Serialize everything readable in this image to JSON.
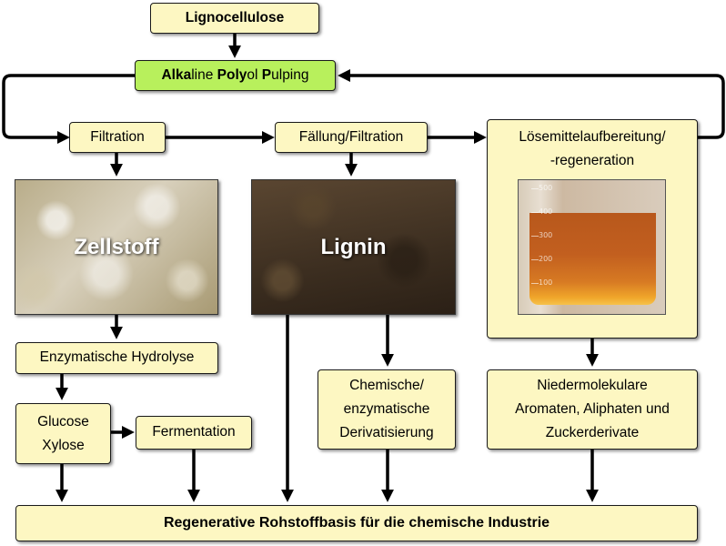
{
  "nodes": {
    "lignocellulose": "Lignocellulose",
    "pulping": {
      "alka": "Alka",
      "line": "line ",
      "poly": "Poly",
      "ol": "ol ",
      "p": "P",
      "ulping": "ulping"
    },
    "filtration": "Filtration",
    "faellung": "Fällung/Filtration",
    "loesemittel_1": "Lösemittelaufbereitung/",
    "loesemittel_2": "-regeneration",
    "zellstoff": "Zellstoff",
    "lignin": "Lignin",
    "hydrolyse": "Enzymatische Hydrolyse",
    "glucose": "Glucose",
    "xylose": "Xylose",
    "fermentation": "Fermentation",
    "chemische_1": "Chemische/",
    "chemische_2": "enzymatische",
    "chemische_3": "Derivatisierung",
    "nieder_1": "Niedermolekulare",
    "nieder_2": "Aromaten, Aliphaten und",
    "nieder_3": "Zuckerderivate",
    "rohstoffbasis": "Regenerative Rohstoffbasis für die chemische Industrie"
  },
  "beaker_scale": [
    "500",
    "400",
    "300",
    "200",
    "100"
  ],
  "colors": {
    "box_fill": "#fdf7c2",
    "highlight_fill": "#b8f05c",
    "arrow": "#000000"
  }
}
